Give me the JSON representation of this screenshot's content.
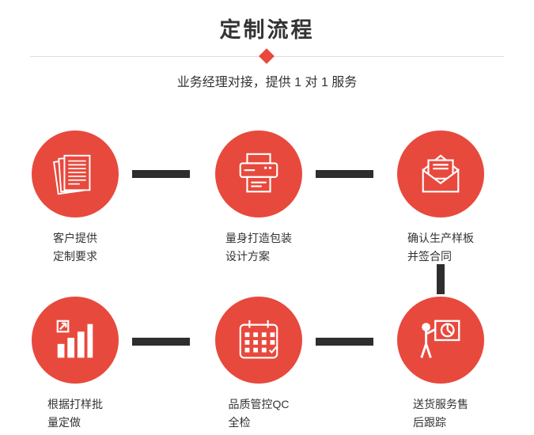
{
  "header": {
    "title": "定制流程",
    "subtitle": "业务经理对接，提供 1 对 1 服务"
  },
  "steps": [
    {
      "icon": "documents-icon",
      "label_line1": "客户提供",
      "label_line2": "定制要求"
    },
    {
      "icon": "printer-icon",
      "label_line1": "量身打造包装",
      "label_line2": "设计方案"
    },
    {
      "icon": "envelope-icon",
      "label_line1": "确认生产样板",
      "label_line2": "并签合同"
    },
    {
      "icon": "bar-chart-icon",
      "label_line1": "根据打样批",
      "label_line2": "量定做"
    },
    {
      "icon": "calendar-icon",
      "label_line1": "品质管控QC",
      "label_line2": "全检"
    },
    {
      "icon": "presentation-icon",
      "label_line1": "送货服务售",
      "label_line2": "后跟踪"
    }
  ],
  "colors": {
    "accent_red": "#e8493d",
    "connector_dark": "#2e2e2e",
    "text": "#333333",
    "divider_gray": "#dddddd"
  }
}
